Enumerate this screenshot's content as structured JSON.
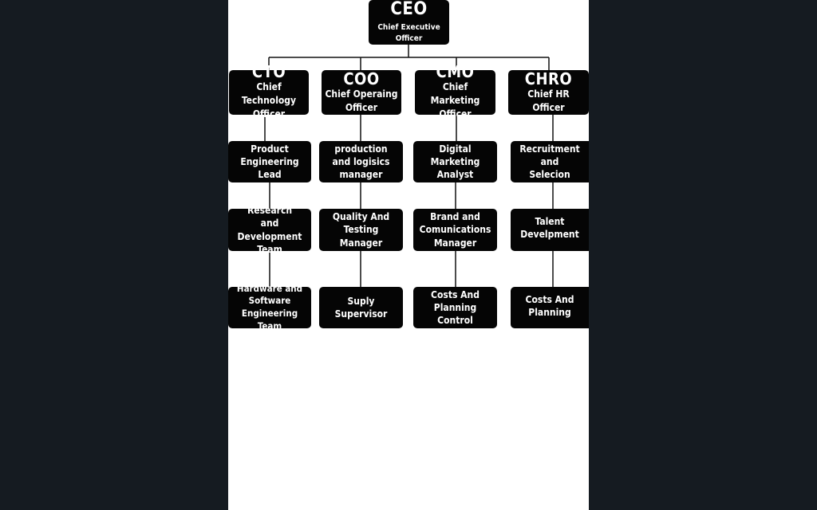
{
  "ceo": {
    "abbr": "CEO",
    "title": "Chief Executive Officer"
  },
  "chiefs": [
    {
      "abbr": "CTO",
      "title": "Chief Technology Officer"
    },
    {
      "abbr": "COO",
      "title": "Chief Operaing Officer"
    },
    {
      "abbr": "CMO",
      "title": "Chief Marketing Officer"
    },
    {
      "abbr": "CHRO",
      "title": "Chief HR Officer"
    }
  ],
  "teams": [
    [
      "Product Engineering Lead",
      "Research and Development Team",
      "Hardware and Software Engineering Team"
    ],
    [
      "production and logisics manager",
      "Quality And Testing Manager",
      "Suply Supervisor"
    ],
    [
      "Digital Marketing Analyst",
      "Brand and Comunications Manager",
      "Costs And Planning Control"
    ],
    [
      "Recruitment and Selecion",
      "Talent Develpment",
      "Costs And Planning"
    ]
  ],
  "colors": {
    "box": "#050505",
    "box_text": "#ffffff",
    "line": "#111111",
    "page": "#ffffff",
    "backdrop": "#151b21"
  }
}
